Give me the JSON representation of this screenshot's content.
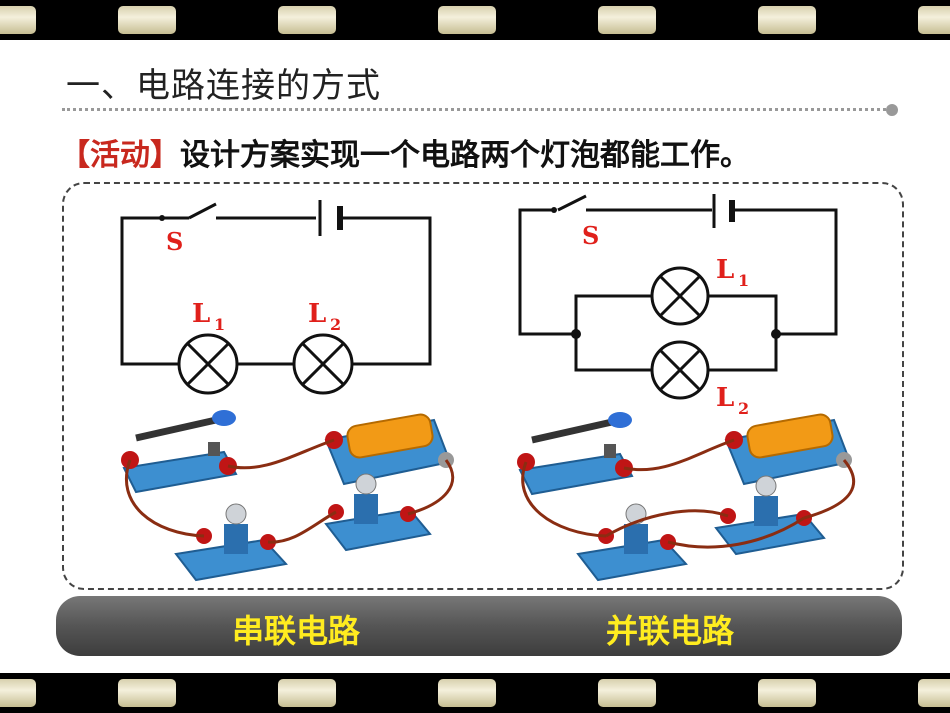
{
  "slide": {
    "title": "一、电路连接的方式",
    "activity_tag": "【活动】",
    "activity_text": "设计方案实现一个电路两个灯泡都能工作。"
  },
  "diagrams": {
    "series": {
      "switch_label": "S",
      "lamp1_label": "L",
      "lamp1_sub": "1",
      "lamp2_label": "L",
      "lamp2_sub": "2"
    },
    "parallel": {
      "switch_label": "S",
      "lamp1_label": "L",
      "lamp1_sub": "1",
      "lamp2_label": "L",
      "lamp2_sub": "2"
    }
  },
  "footer": {
    "series_label": "串联电路",
    "parallel_label": "并联电路"
  },
  "colors": {
    "label_red": "#e0201b",
    "footer_text": "#ffec1f",
    "board_blue": "#3d8fd0",
    "terminal_red": "#c01515"
  },
  "icons": [
    "switch-symbol",
    "battery-symbol",
    "lamp-symbol",
    "battery-photo-icon",
    "knife-switch-icon",
    "lamp-holder-icon"
  ]
}
